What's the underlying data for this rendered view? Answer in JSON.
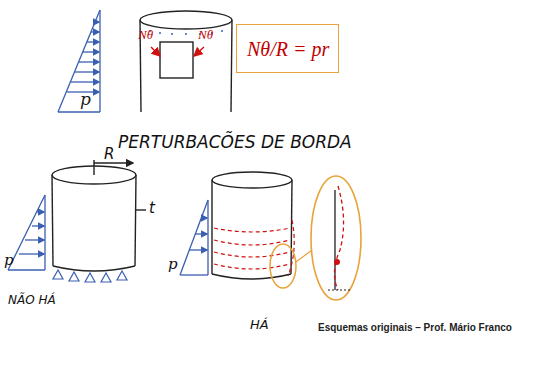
{
  "diagram": {
    "nodes": [
      {
        "text": [
          "Nθ/R = pr"
        ]
      }
    ],
    "labels": [
      "p",
      "Nθ",
      "Nθ",
      "PERTURBACÕES DE BORDA",
      "R",
      "t",
      "p",
      "p",
      "NÃO HÁ",
      "HÁ",
      "Esquemas originais – Prof. Mário Franco"
    ]
  }
}
